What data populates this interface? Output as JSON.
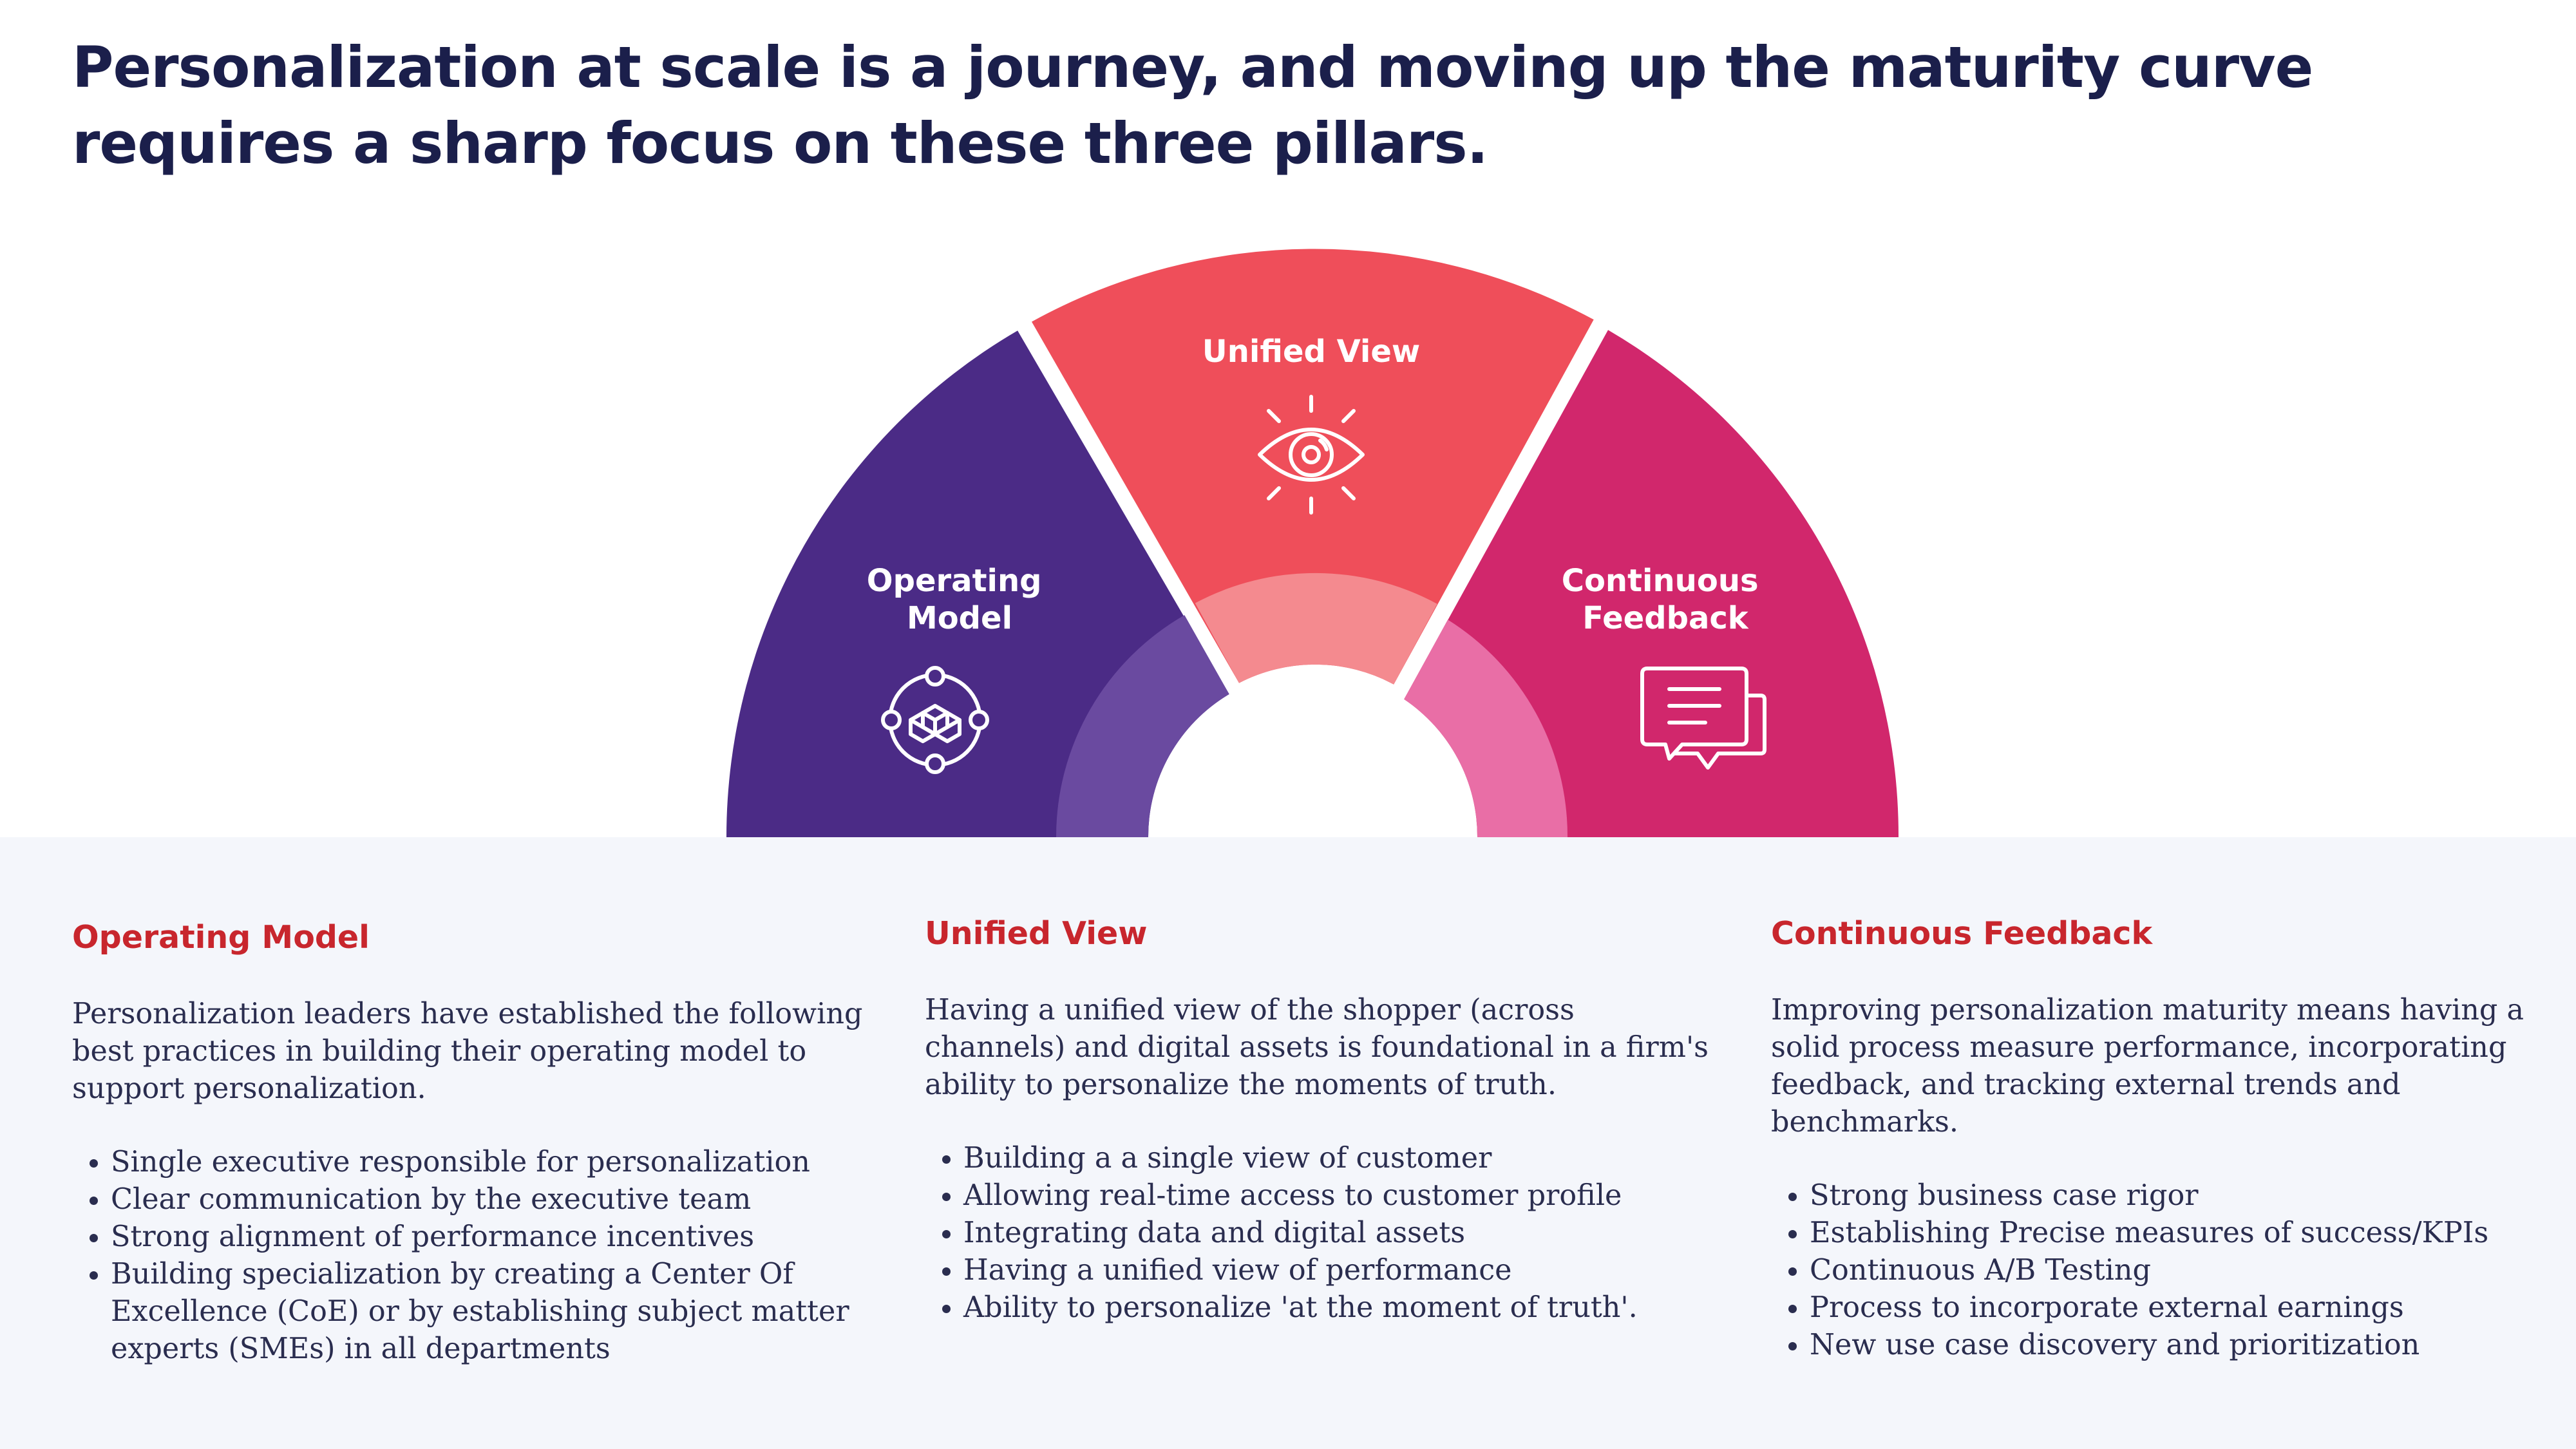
{
  "headline": {
    "line1": "Personalization at scale is a journey, and moving up the maturity curve",
    "line2": "requires a sharp focus on these three pillars."
  },
  "diagram": {
    "colors": {
      "operating": "#4b2b86",
      "operating_inner": "#6a4aa0",
      "unified": "#ef4e5a",
      "unified_inner": "#f48a8f",
      "feedback": "#d1276c",
      "feedback_inner": "#e96ea6"
    },
    "segments": [
      {
        "line1": "Operating",
        "line2": "Model",
        "icon": "network-cube-icon"
      },
      {
        "line1": "Unified View",
        "line2": "",
        "icon": "eye-icon"
      },
      {
        "line1": "Continuous",
        "line2": "Feedback",
        "icon": "chat-bubbles-icon"
      }
    ]
  },
  "columns": [
    {
      "heading": "Operating Model",
      "body": "Personalization leaders have established the following best practices in building their operating model to support personalization.",
      "bullets": [
        "Single executive responsible for personalization",
        "Clear communication by the executive team",
        "Strong alignment of performance incentives",
        "Building specialization by creating a Center Of Excellence (CoE) or by establishing subject matter experts (SMEs) in all departments"
      ]
    },
    {
      "heading": "Unified View",
      "body": "Having a unified view of the shopper (across channels) and digital assets is foundational in a firm's ability to personalize the moments of truth.",
      "bullets": [
        "Building a a single view of customer",
        "Allowing real-time access to customer profile",
        "Integrating data and digital assets",
        "Having a unified view of performance",
        "Ability to personalize 'at the moment of truth'."
      ]
    },
    {
      "heading": "Continuous Feedback",
      "body": "Improving personalization maturity means having a solid process measure performance, incorporating feedback, and tracking external trends and benchmarks.",
      "bullets": [
        "Strong business case rigor",
        "Establishing Precise measures of success/KPIs",
        "Continuous A/B Testing",
        "Process to incorporate external earnings",
        "New use case discovery and prioritization"
      ]
    }
  ]
}
